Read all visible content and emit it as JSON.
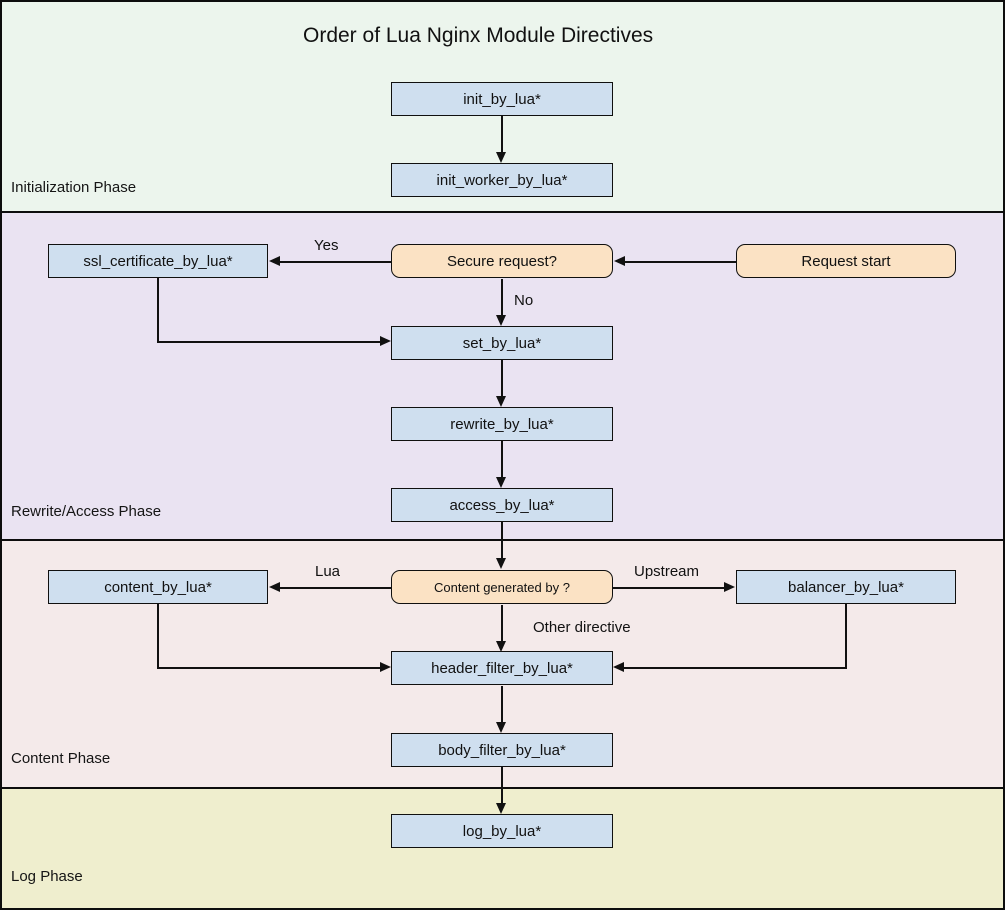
{
  "title": "Order of Lua Nginx Module Directives",
  "colors": {
    "lane_initialization": "#ecf5ed",
    "lane_rewrite_access": "#eae3f2",
    "lane_content": "#f4eaea",
    "lane_log": "#efeece",
    "process_node": "#cfdfef",
    "decision_node": "#fbe2c4",
    "stroke": "#111111"
  },
  "lanes": [
    {
      "id": "initialization",
      "label": "Initialization Phase"
    },
    {
      "id": "rewrite_access",
      "label": "Rewrite/Access Phase"
    },
    {
      "id": "content",
      "label": "Content Phase"
    },
    {
      "id": "log",
      "label": "Log Phase"
    }
  ],
  "nodes": [
    {
      "id": "init_by_lua",
      "label": "init_by_lua*",
      "type": "process",
      "lane": "initialization"
    },
    {
      "id": "init_worker_by_lua",
      "label": "init_worker_by_lua*",
      "type": "process",
      "lane": "initialization"
    },
    {
      "id": "request_start",
      "label": "Request start",
      "type": "decision",
      "lane": "rewrite_access"
    },
    {
      "id": "secure_request",
      "label": "Secure request?",
      "type": "decision",
      "lane": "rewrite_access"
    },
    {
      "id": "ssl_certificate_by_lua",
      "label": "ssl_certificate_by_lua*",
      "type": "process",
      "lane": "rewrite_access"
    },
    {
      "id": "set_by_lua",
      "label": "set_by_lua*",
      "type": "process",
      "lane": "rewrite_access"
    },
    {
      "id": "rewrite_by_lua",
      "label": "rewrite_by_lua*",
      "type": "process",
      "lane": "rewrite_access"
    },
    {
      "id": "access_by_lua",
      "label": "access_by_lua*",
      "type": "process",
      "lane": "rewrite_access"
    },
    {
      "id": "content_generated_by",
      "label": "Content generated by ?",
      "type": "decision",
      "lane": "content"
    },
    {
      "id": "content_by_lua",
      "label": "content_by_lua*",
      "type": "process",
      "lane": "content"
    },
    {
      "id": "balancer_by_lua",
      "label": "balancer_by_lua*",
      "type": "process",
      "lane": "content"
    },
    {
      "id": "header_filter_by_lua",
      "label": "header_filter_by_lua*",
      "type": "process",
      "lane": "content"
    },
    {
      "id": "body_filter_by_lua",
      "label": "body_filter_by_lua*",
      "type": "process",
      "lane": "content"
    },
    {
      "id": "log_by_lua",
      "label": "log_by_lua*",
      "type": "process",
      "lane": "log"
    }
  ],
  "edges": [
    {
      "from": "init_by_lua",
      "to": "init_worker_by_lua",
      "label": ""
    },
    {
      "from": "request_start",
      "to": "secure_request",
      "label": ""
    },
    {
      "from": "secure_request",
      "to": "ssl_certificate_by_lua",
      "label": "Yes"
    },
    {
      "from": "secure_request",
      "to": "set_by_lua",
      "label": "No"
    },
    {
      "from": "ssl_certificate_by_lua",
      "to": "set_by_lua",
      "label": ""
    },
    {
      "from": "set_by_lua",
      "to": "rewrite_by_lua",
      "label": ""
    },
    {
      "from": "rewrite_by_lua",
      "to": "access_by_lua",
      "label": ""
    },
    {
      "from": "access_by_lua",
      "to": "content_generated_by",
      "label": ""
    },
    {
      "from": "content_generated_by",
      "to": "content_by_lua",
      "label": "Lua"
    },
    {
      "from": "content_generated_by",
      "to": "balancer_by_lua",
      "label": "Upstream"
    },
    {
      "from": "content_generated_by",
      "to": "header_filter_by_lua",
      "label": "Other directive"
    },
    {
      "from": "content_by_lua",
      "to": "header_filter_by_lua",
      "label": ""
    },
    {
      "from": "balancer_by_lua",
      "to": "header_filter_by_lua",
      "label": ""
    },
    {
      "from": "header_filter_by_lua",
      "to": "body_filter_by_lua",
      "label": ""
    },
    {
      "from": "body_filter_by_lua",
      "to": "log_by_lua",
      "label": ""
    }
  ],
  "edge_labels": {
    "yes": "Yes",
    "no": "No",
    "lua": "Lua",
    "upstream": "Upstream",
    "other_directive": "Other directive"
  }
}
